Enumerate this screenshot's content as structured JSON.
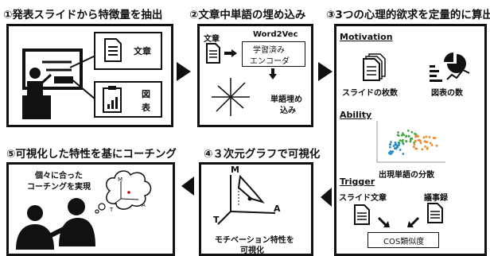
{
  "steps": {
    "s1": {
      "title": "①発表スライドから特徴量を抽出",
      "doc_label": "文章",
      "chart_label_1": "図",
      "chart_label_2": "表"
    },
    "s2": {
      "title": "②文章中単語の埋め込み",
      "doc_label": "文章",
      "model_name": "Word2Vec",
      "encoder_line1": "学習済み",
      "encoder_line2": "エンコーダ",
      "output_line1": "単語埋め",
      "output_line2": "込み"
    },
    "s3": {
      "title": "③3つの心理的欲求を定量的に算出",
      "motivation": {
        "heading": "Motivation",
        "slides_label": "スライドの枚数",
        "charts_label": "図表の数"
      },
      "ability": {
        "heading": "Ability",
        "caption": "出現単語の分散"
      },
      "trigger": {
        "heading": "Trigger",
        "slide_text_label": "スライド文章",
        "minutes_label": "議事録",
        "similarity_label": "COS類似度"
      }
    },
    "s4": {
      "title": "④３次元グラフで可視化",
      "axis_m": "M",
      "axis_t": "T",
      "axis_a": "A",
      "caption_line1": "モチベーション特性を",
      "caption_line2": "可視化"
    },
    "s5": {
      "title": "⑤可視化した特性を基にコーチング",
      "speech_line1": "個々に合った",
      "speech_line2": "コーチングを実現",
      "bubble_m": "M",
      "bubble_t": "T",
      "bubble_a": "A"
    }
  }
}
